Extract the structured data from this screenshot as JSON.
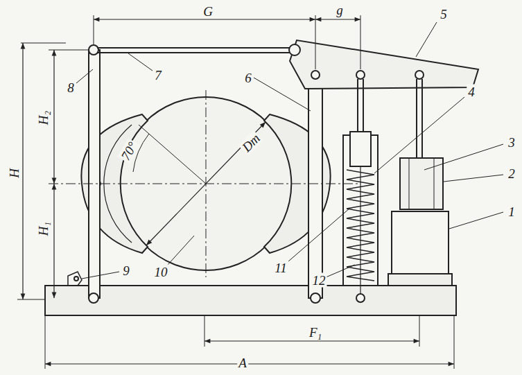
{
  "diagram": {
    "labels": [
      "G",
      "g",
      "5",
      "H",
      "H₂",
      "7",
      "8",
      "6",
      "4",
      "3",
      "2",
      "Dт",
      "70°",
      "H₁",
      "1",
      "10",
      "11",
      "12",
      "9",
      "F₁",
      "A"
    ]
  }
}
